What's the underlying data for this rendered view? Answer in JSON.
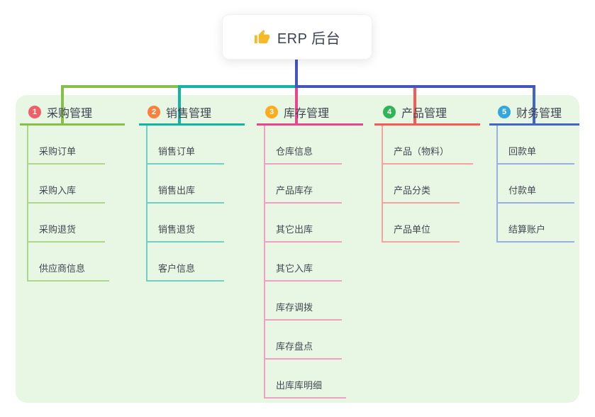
{
  "canvas": {
    "background": "#ffffff",
    "panel_background": "#e8f6e4",
    "text_color": "#3e4551"
  },
  "root": {
    "title": "ERP 后台",
    "icon": "thumbs-up-icon",
    "icon_color": "#f6b928",
    "connector_color": "#4355bf"
  },
  "branches": [
    {
      "number": "1",
      "label": "采购管理",
      "badge_color": "#f15f66",
      "line_color": "#86c04b",
      "soft_line_color": "#aed789",
      "items": [
        "采购订单",
        "采购入库",
        "采购退货",
        "供应商信息"
      ]
    },
    {
      "number": "2",
      "label": "销售管理",
      "badge_color": "#f8823d",
      "line_color": "#13b3a6",
      "soft_line_color": "#72cfc5",
      "items": [
        "销售订单",
        "销售出库",
        "销售退货",
        "客户信息"
      ]
    },
    {
      "number": "3",
      "label": "库存管理",
      "badge_color": "#fbab1c",
      "line_color": "#e8478f",
      "soft_line_color": "#f29fc3",
      "items": [
        "仓库信息",
        "产品库存",
        "其它出库",
        "其它入库",
        "库存调拨",
        "库存盘点",
        "出库库明细"
      ]
    },
    {
      "number": "4",
      "label": "产品管理",
      "badge_color": "#2fb457",
      "line_color": "#f45b57",
      "soft_line_color": "#f8a29e",
      "items": [
        "产品（物料）",
        "产品分类",
        "产品单位"
      ]
    },
    {
      "number": "5",
      "label": "财务管理",
      "badge_color": "#32a7de",
      "line_color": "#4365c6",
      "soft_line_color": "#9bb0e2",
      "items": [
        "回款单",
        "付款单",
        "结算账户"
      ]
    }
  ]
}
